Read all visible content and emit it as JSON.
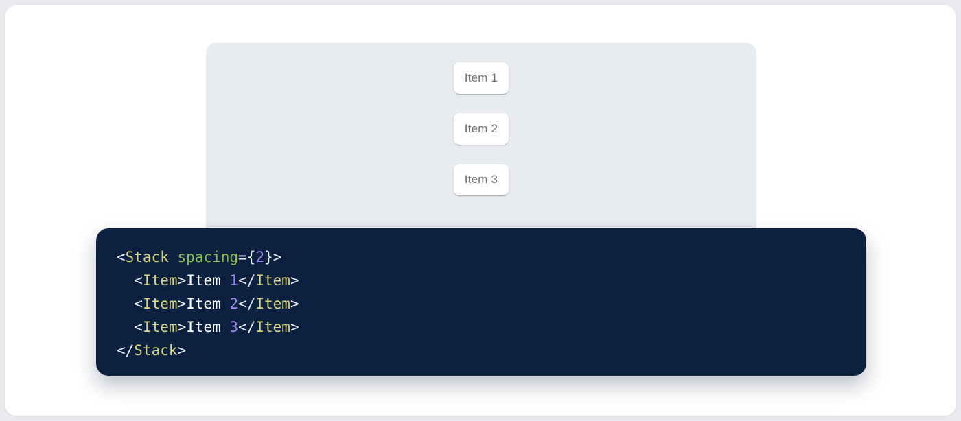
{
  "page": {
    "bg_color": "#e9eaee",
    "card_bg": "#ffffff"
  },
  "demo": {
    "panel_bg": "#e8ebf0",
    "item_text_color": "#6c6f73",
    "items": [
      {
        "label": "Item 1"
      },
      {
        "label": "Item 2"
      },
      {
        "label": "Item 3"
      }
    ]
  },
  "code": {
    "bg_color": "#0c2140",
    "colors": {
      "tag": "#d8d584",
      "attr": "#8ac44a",
      "number": "#a08cf0",
      "punct": "#e9edf3",
      "plain": "#ffffff"
    },
    "lines": [
      [
        {
          "t": "<",
          "c": "punct"
        },
        {
          "t": "Stack",
          "c": "tag"
        },
        {
          "t": " ",
          "c": "plain"
        },
        {
          "t": "spacing",
          "c": "attr"
        },
        {
          "t": "=",
          "c": "punct"
        },
        {
          "t": "{",
          "c": "punct"
        },
        {
          "t": "2",
          "c": "number"
        },
        {
          "t": "}",
          "c": "punct"
        },
        {
          "t": ">",
          "c": "punct"
        }
      ],
      [
        {
          "t": "  ",
          "c": "plain"
        },
        {
          "t": "<",
          "c": "punct"
        },
        {
          "t": "Item",
          "c": "tag"
        },
        {
          "t": ">",
          "c": "punct"
        },
        {
          "t": "Item ",
          "c": "plain"
        },
        {
          "t": "1",
          "c": "number"
        },
        {
          "t": "</",
          "c": "punct"
        },
        {
          "t": "Item",
          "c": "tag"
        },
        {
          "t": ">",
          "c": "punct"
        }
      ],
      [
        {
          "t": "  ",
          "c": "plain"
        },
        {
          "t": "<",
          "c": "punct"
        },
        {
          "t": "Item",
          "c": "tag"
        },
        {
          "t": ">",
          "c": "punct"
        },
        {
          "t": "Item ",
          "c": "plain"
        },
        {
          "t": "2",
          "c": "number"
        },
        {
          "t": "</",
          "c": "punct"
        },
        {
          "t": "Item",
          "c": "tag"
        },
        {
          "t": ">",
          "c": "punct"
        }
      ],
      [
        {
          "t": "  ",
          "c": "plain"
        },
        {
          "t": "<",
          "c": "punct"
        },
        {
          "t": "Item",
          "c": "tag"
        },
        {
          "t": ">",
          "c": "punct"
        },
        {
          "t": "Item ",
          "c": "plain"
        },
        {
          "t": "3",
          "c": "number"
        },
        {
          "t": "</",
          "c": "punct"
        },
        {
          "t": "Item",
          "c": "tag"
        },
        {
          "t": ">",
          "c": "punct"
        }
      ],
      [
        {
          "t": "</",
          "c": "punct"
        },
        {
          "t": "Stack",
          "c": "tag"
        },
        {
          "t": ">",
          "c": "punct"
        }
      ]
    ]
  }
}
